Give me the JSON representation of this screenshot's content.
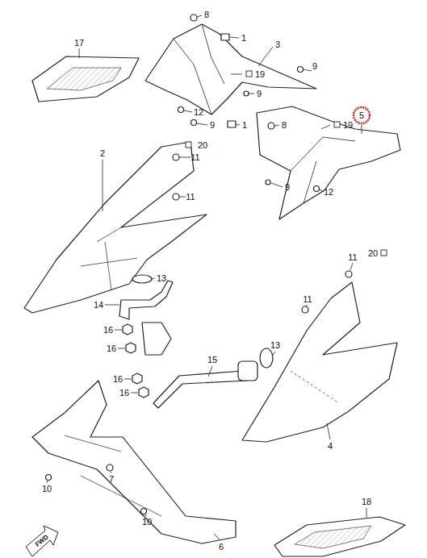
{
  "diagram": {
    "labels": [
      "8",
      "1",
      "3",
      "19",
      "17",
      "12",
      "9",
      "9",
      "9",
      "1",
      "8",
      "19",
      "5",
      "9",
      "12",
      "2",
      "20",
      "11",
      "11",
      "13",
      "14",
      "16",
      "16",
      "16",
      "16",
      "13",
      "15",
      "11",
      "20",
      "11",
      "4",
      "10",
      "7",
      "10",
      "6",
      "18",
      "FWD"
    ]
  }
}
